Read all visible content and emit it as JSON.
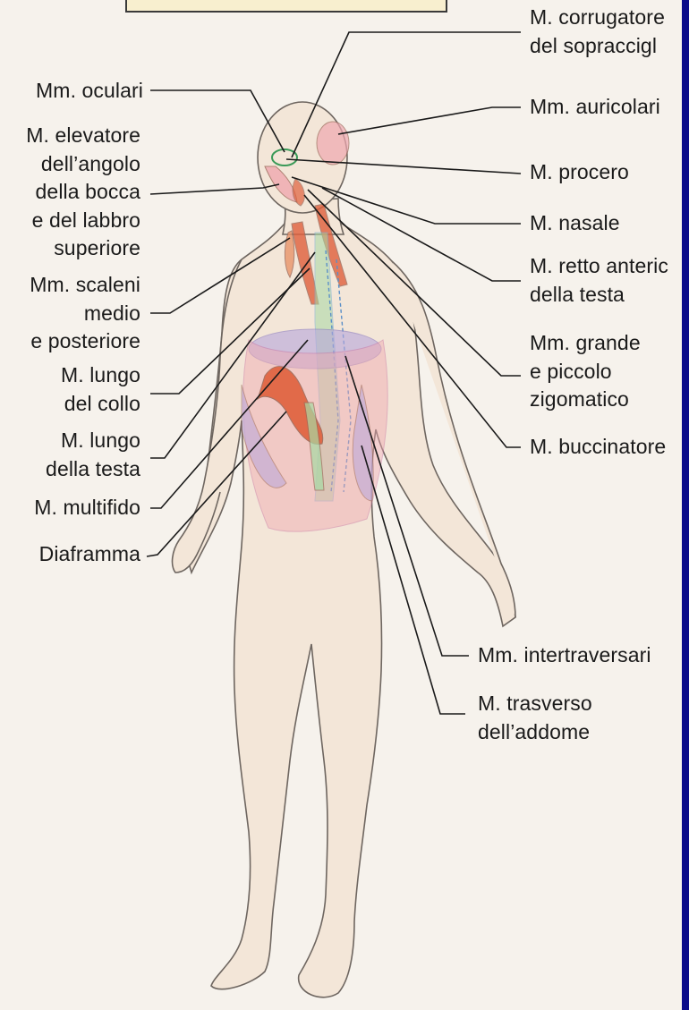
{
  "colors": {
    "background": "#f6f2ec",
    "skin": "#f3e6d8",
    "outline": "#6e6660",
    "muscle_red": "#e0603c",
    "muscle_pink": "#f0a8b0",
    "diaphragm_violet": "#b7a6dc",
    "spine_green": "#a8d9a4",
    "spine_blue": "#98c6e6",
    "side_bar_blue": "#0b0b8a",
    "line": "#1a1a1a"
  },
  "labels_left": [
    {
      "id": "oculari",
      "lines": [
        "Mm. oculari"
      ]
    },
    {
      "id": "elevatore",
      "lines": [
        "M. elevatore",
        "dell’angolo",
        "della bocca",
        "e del labbro",
        "superiore"
      ]
    },
    {
      "id": "scaleni",
      "lines": [
        "Mm. scaleni",
        "medio",
        "e posteriore"
      ]
    },
    {
      "id": "lungo-collo",
      "lines": [
        "M. lungo",
        "del collo"
      ]
    },
    {
      "id": "lungo-testa",
      "lines": [
        "M. lungo",
        "della testa"
      ]
    },
    {
      "id": "multifido",
      "lines": [
        "M. multifido"
      ]
    },
    {
      "id": "diaframma",
      "lines": [
        "Diaframma"
      ]
    }
  ],
  "labels_right": [
    {
      "id": "corrugatore",
      "lines": [
        "M. corrugatore",
        "del sopraccigl"
      ]
    },
    {
      "id": "auricolari",
      "lines": [
        "Mm. auricolari"
      ]
    },
    {
      "id": "procero",
      "lines": [
        "M. procero"
      ]
    },
    {
      "id": "nasale",
      "lines": [
        "M. nasale"
      ]
    },
    {
      "id": "retto",
      "lines": [
        "M. retto anteric",
        "della testa"
      ]
    },
    {
      "id": "zigomatico",
      "lines": [
        "Mm. grande",
        "e piccolo",
        "zigomatico"
      ]
    },
    {
      "id": "buccinatore",
      "lines": [
        "M. buccinatore"
      ]
    },
    {
      "id": "intertraversari",
      "lines": [
        "Mm. intertraversari"
      ]
    },
    {
      "id": "trasverso",
      "lines": [
        "M. trasverso",
        "dell’addome"
      ]
    }
  ]
}
